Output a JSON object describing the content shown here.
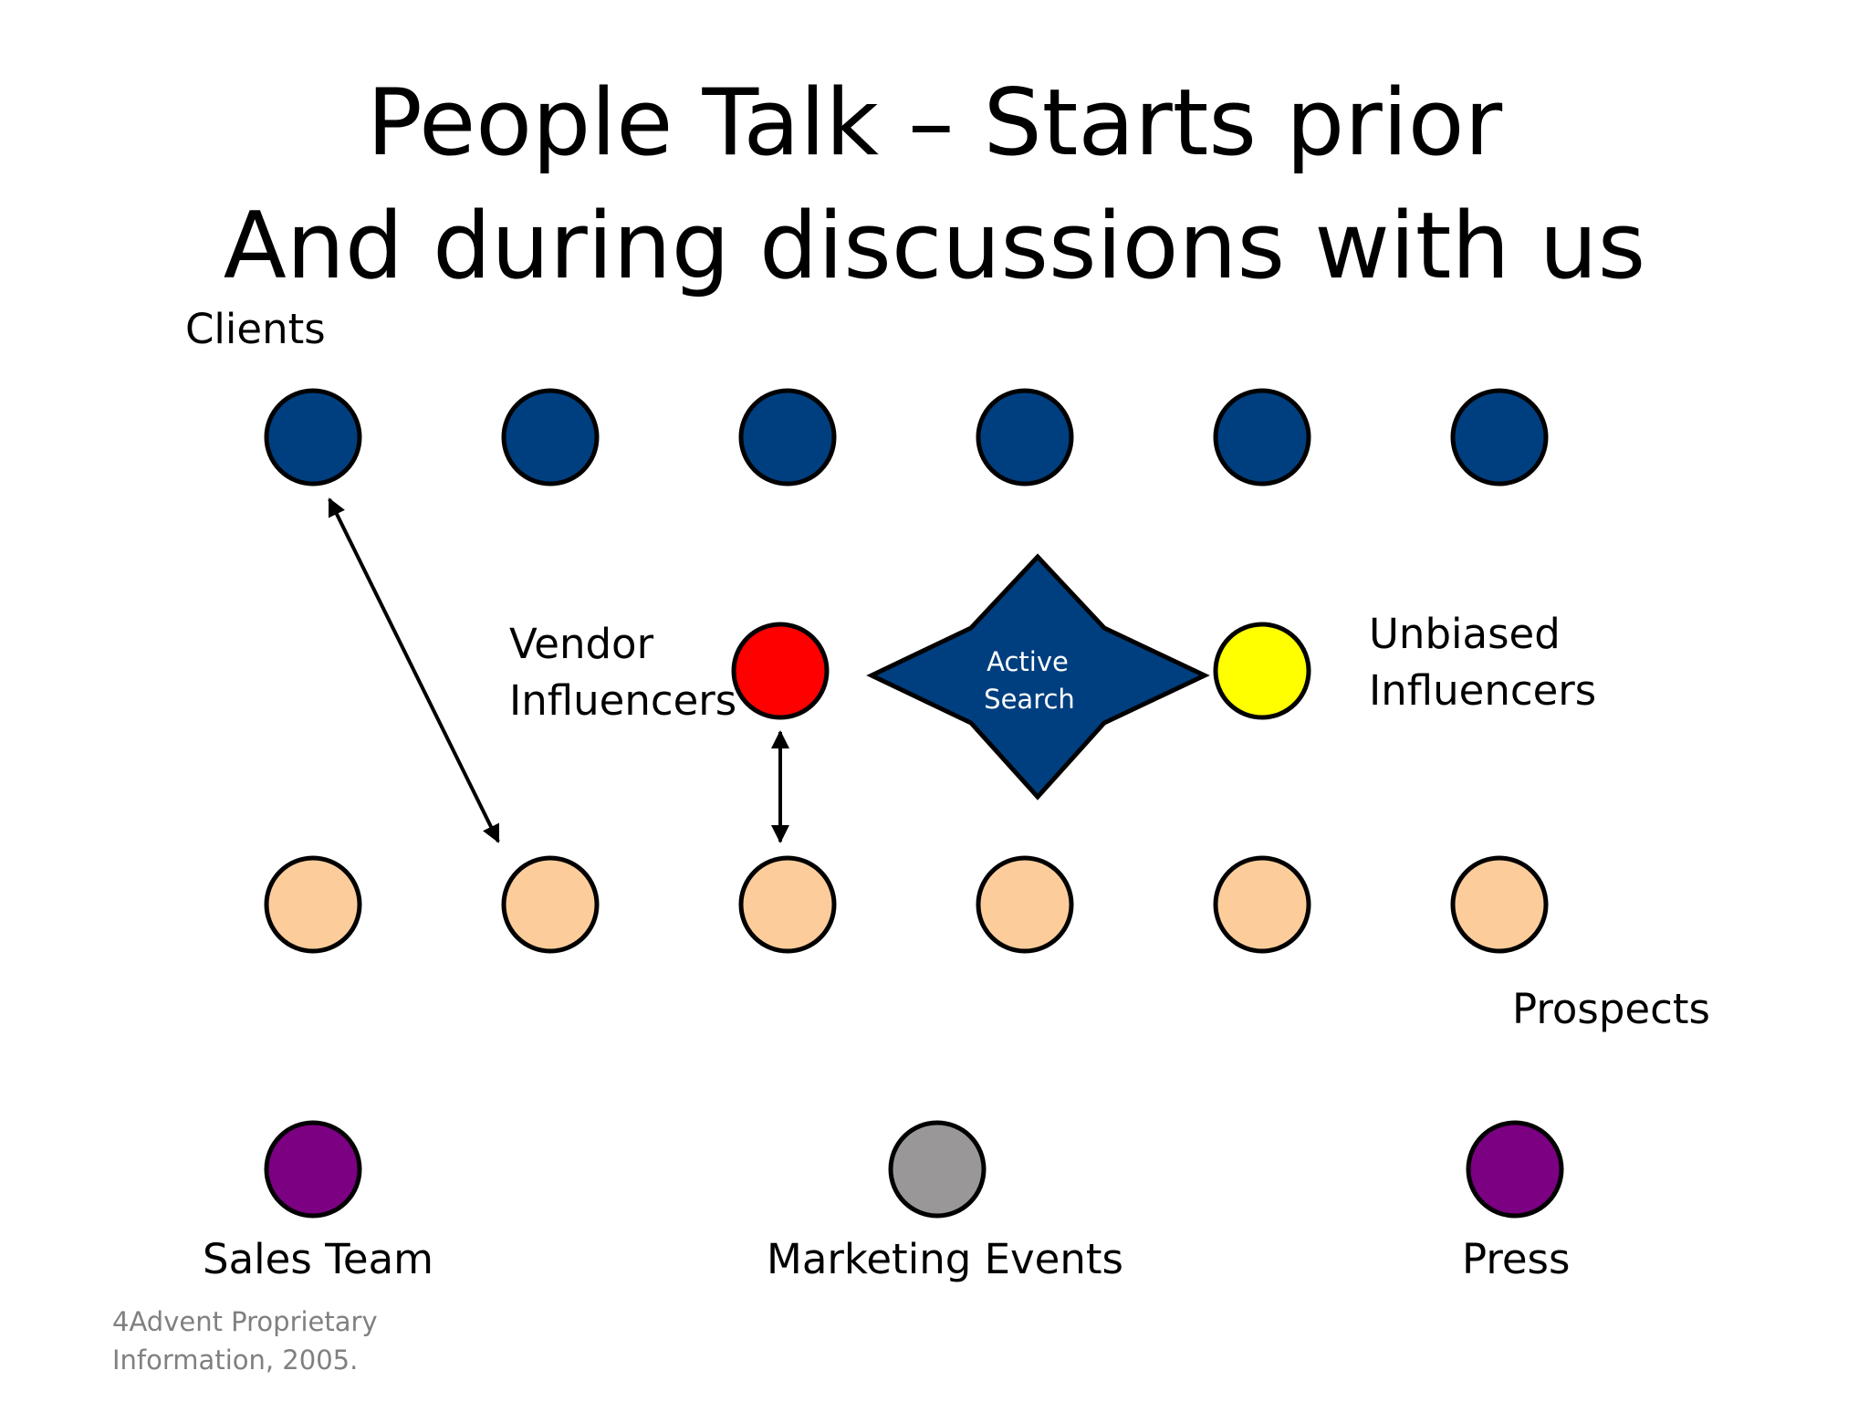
{
  "title": {
    "line1": "People Talk – Starts prior",
    "line2": "And during discussions with us"
  },
  "labels": {
    "clients": "Clients",
    "vendor_influencers_1": "Vendor",
    "vendor_influencers_2": "Influencers",
    "unbiased_influencers_1": "Unbiased",
    "unbiased_influencers_2": "Influencers",
    "prospects": "Prospects",
    "sales_team": "Sales Team",
    "marketing_events": "Marketing Events",
    "press": "Press"
  },
  "active_search": {
    "line1": "Active",
    "line2": "Search"
  },
  "footer": {
    "line1": "4Advent Proprietary",
    "line2": "Information, 2005."
  },
  "colors": {
    "client": "#003F7F",
    "prospect": "#FCCD9B",
    "vendor_influencer": "#FF0000",
    "unbiased_influencer": "#FFFF00",
    "sales_team": "#7B0082",
    "marketing_events": "#9A9799",
    "press": "#7B0082",
    "active_search": "#003F7F"
  }
}
